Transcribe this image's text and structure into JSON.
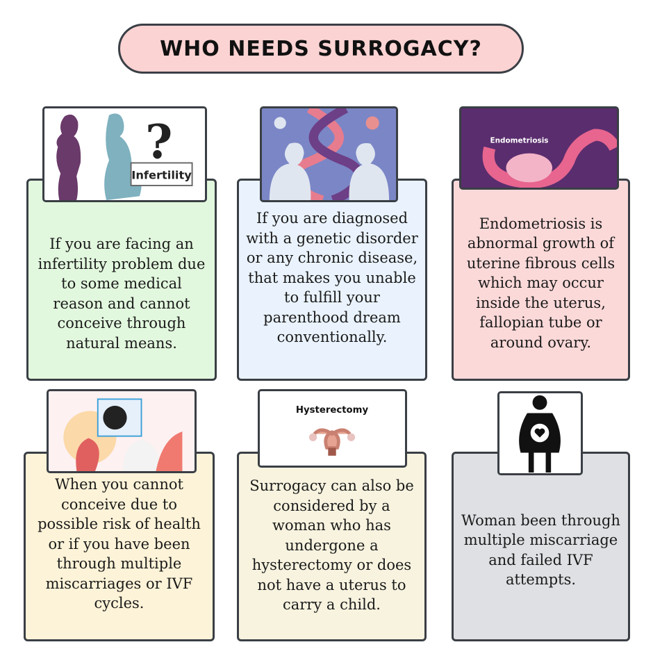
{
  "title": "WHO NEEDS SURROGACY?",
  "cards": [
    {
      "text": "If you are facing an infertility problem due to some medical reason and cannot conceive through natural means.",
      "image_label": "Infertility",
      "bg": "#e2f8de"
    },
    {
      "text": "If you are diagnosed with a genetic disorder or any chronic disease, that makes you unable to fulfill your parenthood dream conventionally.",
      "bg": "#eaf3fd"
    },
    {
      "text": "Endometriosis is abnormal growth of uterine fibrous cells which may occur inside the uterus, fallopian tube or around ovary.",
      "image_label": "Endometriosis",
      "bg": "#fcd9d9"
    },
    {
      "text": "When you cannot conceive due to possible risk of health or if you have been through multiple miscarriages or IVF cycles.",
      "bg": "#fdf3d8"
    },
    {
      "text": "Surrogacy can also be considered by a woman who has undergone a hysterectomy or does not have a uterus to carry a child.",
      "image_label": "Hysterectomy",
      "bg": "#f7f3df"
    },
    {
      "text": "Woman been through multiple miscarriage and failed IVF attempts.",
      "bg": "#dfe0e3"
    }
  ]
}
